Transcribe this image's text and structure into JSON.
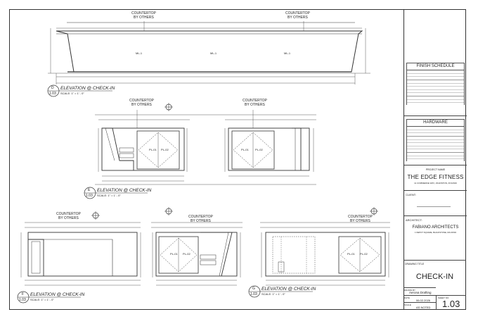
{
  "annotations": {
    "countertop": "COUNTERTOP",
    "by_others": "BY OTHERS",
    "ml1": "ML-1",
    "pl01": "PL-01",
    "pl02": "PL-02"
  },
  "views": [
    {
      "id": "D",
      "sheet": "1.03",
      "title": "ELEVATION @ CHECK-IN",
      "scale": "SCALE: 1\" = 1' - 0\""
    },
    {
      "id": "E",
      "sheet": "1.03",
      "title": "ELEVATION @ CHECK-IN",
      "scale": "SCALE: 1\" = 1' - 0\""
    },
    {
      "id": "F",
      "sheet": "1.03",
      "title": "ELEVATION @ CHECK-IN",
      "scale": "SCALE: 1\" = 1' - 0\""
    },
    {
      "id": "G",
      "sheet": "1.03",
      "title": "ELEVATION @ CHECK-IN",
      "scale": "SCALE: 1\" = 1' - 0\""
    }
  ],
  "title_block": {
    "finish_schedule": "FINISH SCHEDULE",
    "hardware": "HARDWARE",
    "project_name_label": "PROJECT NAME",
    "project_name": "THE EDGE FITNESS",
    "project_address": "11 COMMERCE WAY, JOHNSTON, RI 02919",
    "client_label": "CLIENT:",
    "architect_label": "ARCHITECT:",
    "architect_name": "FABIANO ARCHITECTS",
    "architect_address": "1 DEPOT SQUARE, BLACKSTONE, MA 01504",
    "drawing_title_label": "DRAWING TITLE",
    "drawing_title": "CHECK-IN",
    "drawn_by_label": "DRAWN BY",
    "drawn_by": "Aerona Drafting",
    "date_label": "DATE",
    "date": "06.02.2026",
    "scale_label": "SCALE",
    "scale": "AS NOTED",
    "sheet_no_label": "SHEET NO.",
    "sheet_no": "1.03"
  }
}
